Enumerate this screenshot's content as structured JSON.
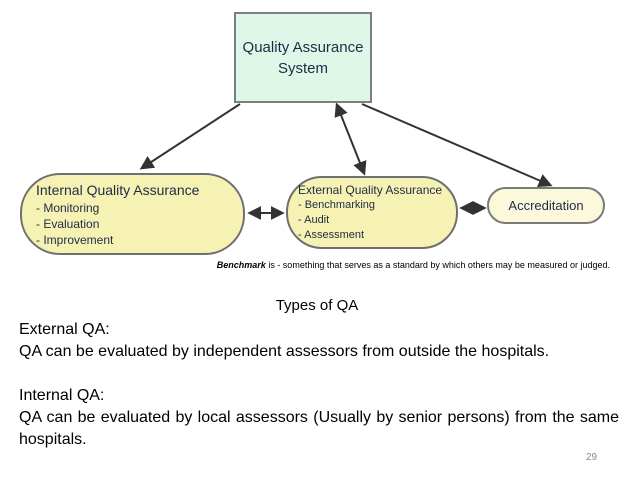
{
  "diagram": {
    "top_node": {
      "line1": "Quality Assurance",
      "line2": "System"
    },
    "internal_node": {
      "title": "Internal Quality Assurance",
      "items": [
        "- Monitoring",
        "- Evaluation",
        "- Improvement"
      ]
    },
    "external_node": {
      "title": "External Quality Assurance",
      "items": [
        "- Benchmarking",
        "- Audit",
        "- Assessment"
      ]
    },
    "accreditation_node": {
      "label": "Accreditation"
    },
    "colors": {
      "top_fill": "#ddf7e8",
      "oval_fill": "#f6f2b4",
      "accreditation_fill": "#fbf8dc",
      "arrow": "#333333"
    }
  },
  "benchmark_note": {
    "term": "Benchmark",
    "definition": " is - something that serves as a standard by which others may be measured or judged."
  },
  "slide": {
    "heading": "Types of QA",
    "external_label": "External QA:",
    "external_text": "QA can be evaluated by independent assessors from outside the hospitals.",
    "internal_label": "Internal QA:",
    "internal_text": "QA  can be evaluated by local assessors (Usually by senior persons) from the same hospitals.",
    "page_number": "29"
  }
}
